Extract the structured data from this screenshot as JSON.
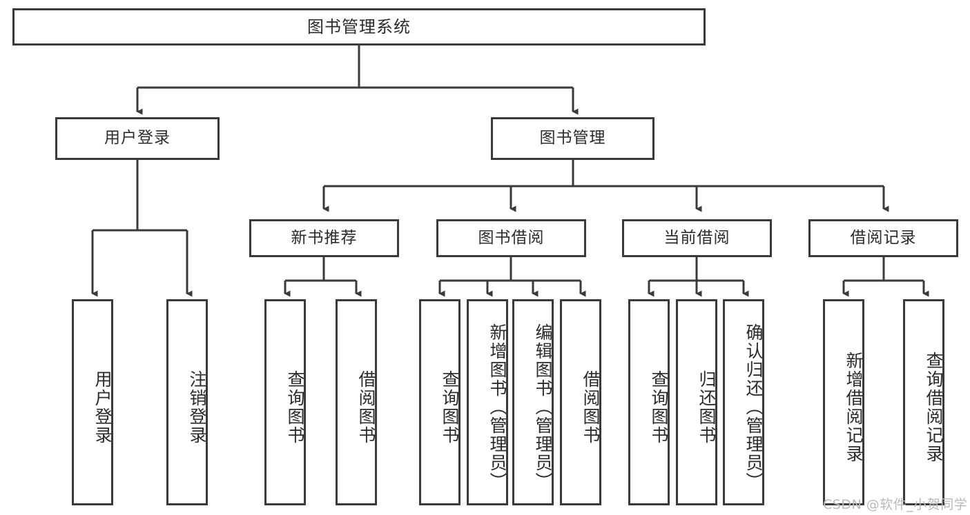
{
  "diagram": {
    "title": "图书管理系统",
    "type": "hierarchy-tree",
    "root": {
      "label": "图书管理系统"
    },
    "level2": [
      {
        "label": "用户登录"
      },
      {
        "label": "图书管理"
      }
    ],
    "level3": [
      {
        "label": "新书推荐"
      },
      {
        "label": "图书借阅"
      },
      {
        "label": "当前借阅"
      },
      {
        "label": "借阅记录"
      }
    ],
    "leaves": {
      "user_login": [
        {
          "label": "用户登录"
        },
        {
          "label": "注销登录"
        }
      ],
      "new_book": [
        {
          "label": "查询图书"
        },
        {
          "label": "借阅图书"
        }
      ],
      "book_borrow": [
        {
          "label": "查询图书"
        },
        {
          "label": "新增图书（管理员）"
        },
        {
          "label": "编辑图书（管理员）"
        },
        {
          "label": "借阅图书"
        }
      ],
      "current_borrow": [
        {
          "label": "查询图书"
        },
        {
          "label": "归还图书"
        },
        {
          "label": "确认归还（管理员）"
        }
      ],
      "borrow_record": [
        {
          "label": "新增借阅记录"
        },
        {
          "label": "查询借阅记录"
        }
      ]
    }
  },
  "watermark": {
    "text": "CSDN @软件_小贺同学"
  },
  "colors": {
    "border": "#3a3a3a",
    "text": "#2b2b2b",
    "background": "#ffffff",
    "watermark": "#b9b9b9"
  }
}
